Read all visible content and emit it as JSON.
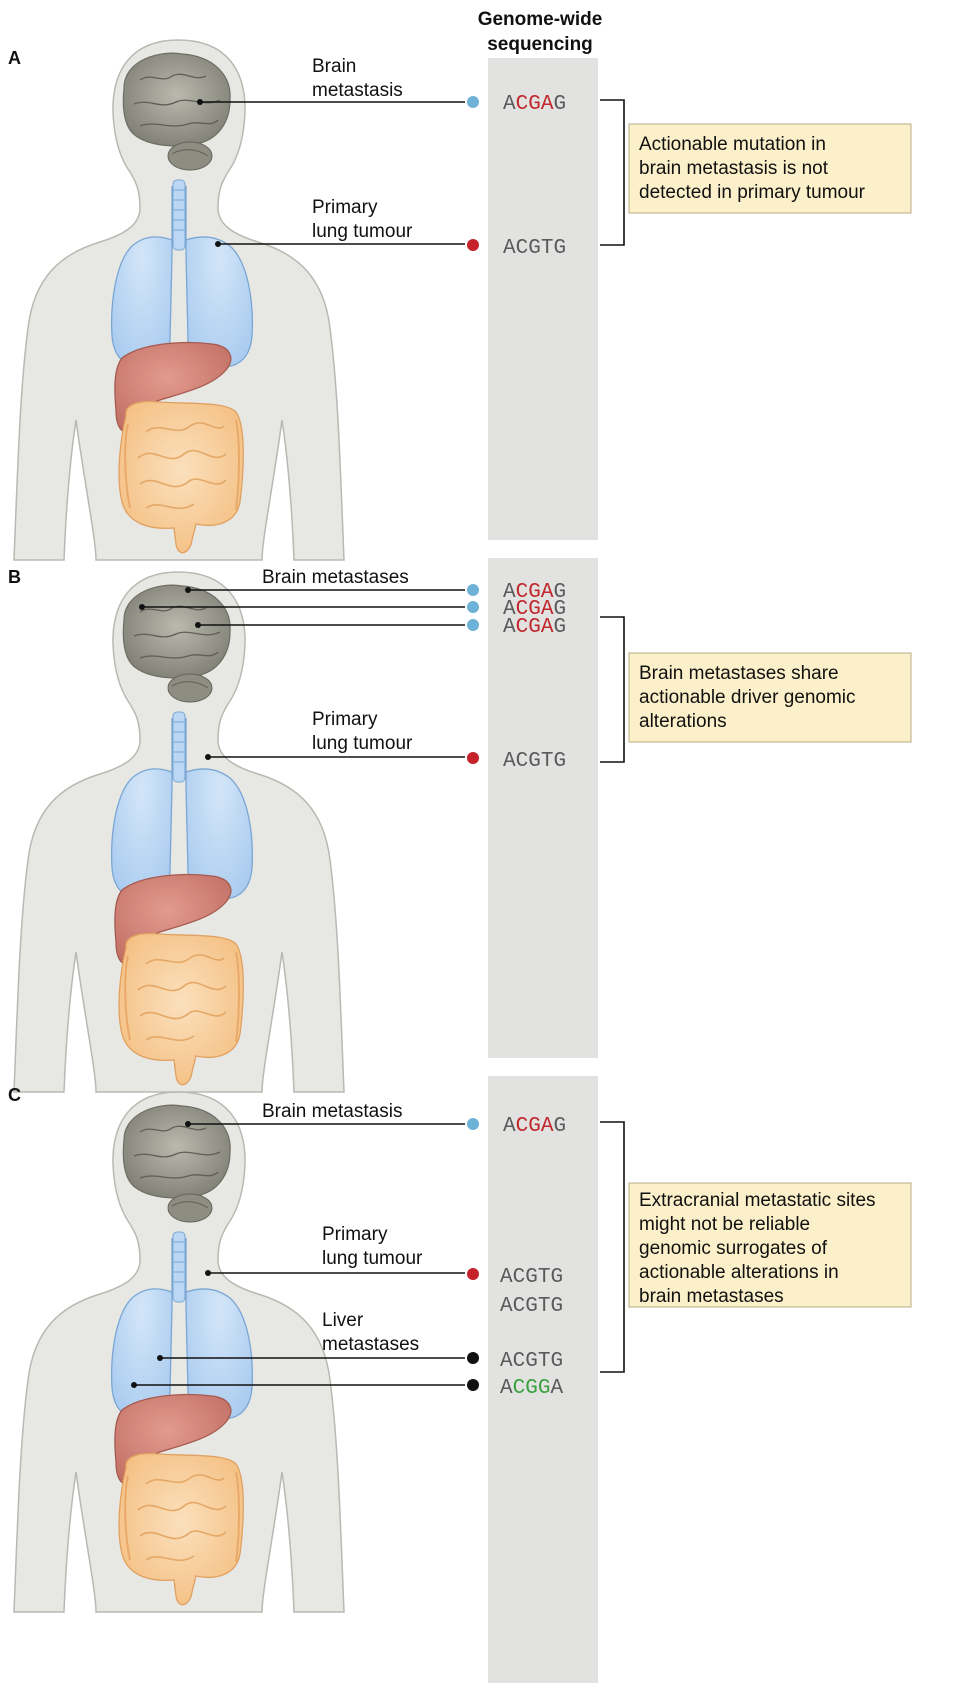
{
  "header": {
    "line1": "Genome-wide",
    "line2": "sequencing"
  },
  "colors": {
    "strip": "#e2e3e1",
    "body": "#e7e8e4",
    "note_bg": "#fbf0c9",
    "brain_dot": "#6fb2d8",
    "lung_dot": "#c6222b",
    "liver_dot": "#111111",
    "mut_red": "#c2272d",
    "mut_green": "#3aa040",
    "base_gray": "#5a5a5a"
  },
  "panels": [
    {
      "letter": "A",
      "labels": [
        [
          "Brain",
          "metastasis"
        ],
        [
          "Primary",
          "lung tumour"
        ]
      ],
      "sequences": [
        {
          "dot": "brain",
          "bases": [
            {
              "b": "A",
              "c": "base"
            },
            {
              "b": "C",
              "c": "red"
            },
            {
              "b": "G",
              "c": "red"
            },
            {
              "b": "A",
              "c": "red"
            },
            {
              "b": "G",
              "c": "base"
            }
          ]
        },
        {
          "dot": "lung",
          "bases": [
            {
              "b": "A",
              "c": "base"
            },
            {
              "b": "C",
              "c": "base"
            },
            {
              "b": "G",
              "c": "base"
            },
            {
              "b": "T",
              "c": "base"
            },
            {
              "b": "G",
              "c": "base"
            }
          ]
        }
      ],
      "note": [
        "Actionable mutation in",
        "brain metastasis is not",
        "detected in primary tumour"
      ]
    },
    {
      "letter": "B",
      "labels": [
        [
          "Brain metastases"
        ],
        [
          "Primary",
          "lung tumour"
        ]
      ],
      "sequences": [
        {
          "dot": "brain",
          "bases": [
            {
              "b": "A",
              "c": "base"
            },
            {
              "b": "C",
              "c": "red"
            },
            {
              "b": "G",
              "c": "red"
            },
            {
              "b": "A",
              "c": "red"
            },
            {
              "b": "G",
              "c": "base"
            }
          ]
        },
        {
          "dot": "brain",
          "bases": [
            {
              "b": "A",
              "c": "base"
            },
            {
              "b": "C",
              "c": "red"
            },
            {
              "b": "G",
              "c": "red"
            },
            {
              "b": "A",
              "c": "red"
            },
            {
              "b": "G",
              "c": "base"
            }
          ]
        },
        {
          "dot": "brain",
          "bases": [
            {
              "b": "A",
              "c": "base"
            },
            {
              "b": "C",
              "c": "red"
            },
            {
              "b": "G",
              "c": "red"
            },
            {
              "b": "A",
              "c": "red"
            },
            {
              "b": "G",
              "c": "base"
            }
          ]
        },
        {
          "dot": "lung",
          "bases": [
            {
              "b": "A",
              "c": "base"
            },
            {
              "b": "C",
              "c": "base"
            },
            {
              "b": "G",
              "c": "base"
            },
            {
              "b": "T",
              "c": "base"
            },
            {
              "b": "G",
              "c": "base"
            }
          ]
        }
      ],
      "note": [
        "Brain metastases share",
        "actionable driver genomic",
        "alterations"
      ]
    },
    {
      "letter": "C",
      "labels": [
        [
          "Brain metastasis"
        ],
        [
          "Primary",
          "lung tumour"
        ],
        [
          "Liver",
          "metastases"
        ]
      ],
      "sequences": [
        {
          "dot": "brain",
          "bases": [
            {
              "b": "A",
              "c": "base"
            },
            {
              "b": "C",
              "c": "red"
            },
            {
              "b": "G",
              "c": "red"
            },
            {
              "b": "A",
              "c": "red"
            },
            {
              "b": "G",
              "c": "base"
            }
          ]
        },
        {
          "dot": "lung",
          "bases": [
            {
              "b": "A",
              "c": "base"
            },
            {
              "b": "C",
              "c": "base"
            },
            {
              "b": "G",
              "c": "base"
            },
            {
              "b": "T",
              "c": "base"
            },
            {
              "b": "G",
              "c": "base"
            }
          ]
        },
        {
          "dot": "none",
          "bases": [
            {
              "b": "A",
              "c": "base"
            },
            {
              "b": "C",
              "c": "base"
            },
            {
              "b": "G",
              "c": "base"
            },
            {
              "b": "T",
              "c": "base"
            },
            {
              "b": "G",
              "c": "base"
            }
          ]
        },
        {
          "dot": "liver",
          "bases": [
            {
              "b": "A",
              "c": "base"
            },
            {
              "b": "C",
              "c": "base"
            },
            {
              "b": "G",
              "c": "base"
            },
            {
              "b": "T",
              "c": "base"
            },
            {
              "b": "G",
              "c": "base"
            }
          ]
        },
        {
          "dot": "liver",
          "bases": [
            {
              "b": "A",
              "c": "base"
            },
            {
              "b": "C",
              "c": "green"
            },
            {
              "b": "G",
              "c": "green"
            },
            {
              "b": "G",
              "c": "green"
            },
            {
              "b": "A",
              "c": "base"
            }
          ]
        }
      ],
      "note": [
        "Extracranial metastatic sites",
        "might not be reliable",
        "genomic surrogates of",
        "actionable alterations in",
        "brain metastases"
      ]
    }
  ]
}
